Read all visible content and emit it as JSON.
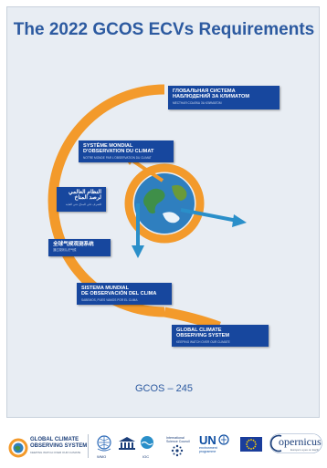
{
  "cover": {
    "title": "The 2022 GCOS ECVs Requirements",
    "document_number": "GCOS – 245",
    "labels": {
      "russian": {
        "main": "ГЛОБАЛЬНАЯ СИСТЕМА\nНАБЛЮДЕНИЙ ЗА КЛИМАТОМ",
        "sub": "МЕСТНАЯ ССЫЛКА ЗА КЛИМАТОМ"
      },
      "french": {
        "main": "SYSTÈME MONDIAL\nD'OBSERVATION DU CLIMAT",
        "sub": "NOTRE MONDE PAR L'OBSERVATION DU CLIMAT"
      },
      "arabic": {
        "main": "النظام العالمي\nلرصد المناخ",
        "sub": "للتعرف على المناخ حتى الغاية"
      },
      "chinese": {
        "main": "全球气候观测系统",
        "sub": "通过观测认识气候"
      },
      "spanish": {
        "main": "SISTEMA MUNDIAL\nDE OBSERVACIÓN DEL CLIMA",
        "sub": "SABEMOS, PUES VAMOS POR EL CLIMA"
      },
      "english": {
        "main": "GLOBAL CLIMATE\nOBSERVING SYSTEM",
        "sub": "KEEPING WATCH OVER OUR CLIMATE"
      }
    },
    "colors": {
      "title": "#2c5aa0",
      "arc_orange": "#f39a2b",
      "arrow_teal": "#2a8fc9",
      "label_blue": "#17479e",
      "background": "#e8edf3"
    }
  },
  "footer": {
    "gcos_name": "GLOBAL CLIMATE\nOBSERVING SYSTEM",
    "gcos_tagline": "KEEPING WATCH OVER OUR CLIMATE",
    "wmo_caption": "WMO",
    "ioc_caption": "IOC",
    "isc_text": "International\nScience Council",
    "unep_big": "UN",
    "unep_small": "environment\nprogramme",
    "copernicus_name": "opernicus",
    "copernicus_sub": "Europe's eyes on Earth",
    "logo_icons": [
      "gcos-logo-icon",
      "wmo-logo-icon",
      "unesco-logo-icon",
      "ioc-logo-icon",
      "isc-logo-icon",
      "unep-logo-icon",
      "eu-flag-icon",
      "copernicus-logo-icon"
    ]
  }
}
